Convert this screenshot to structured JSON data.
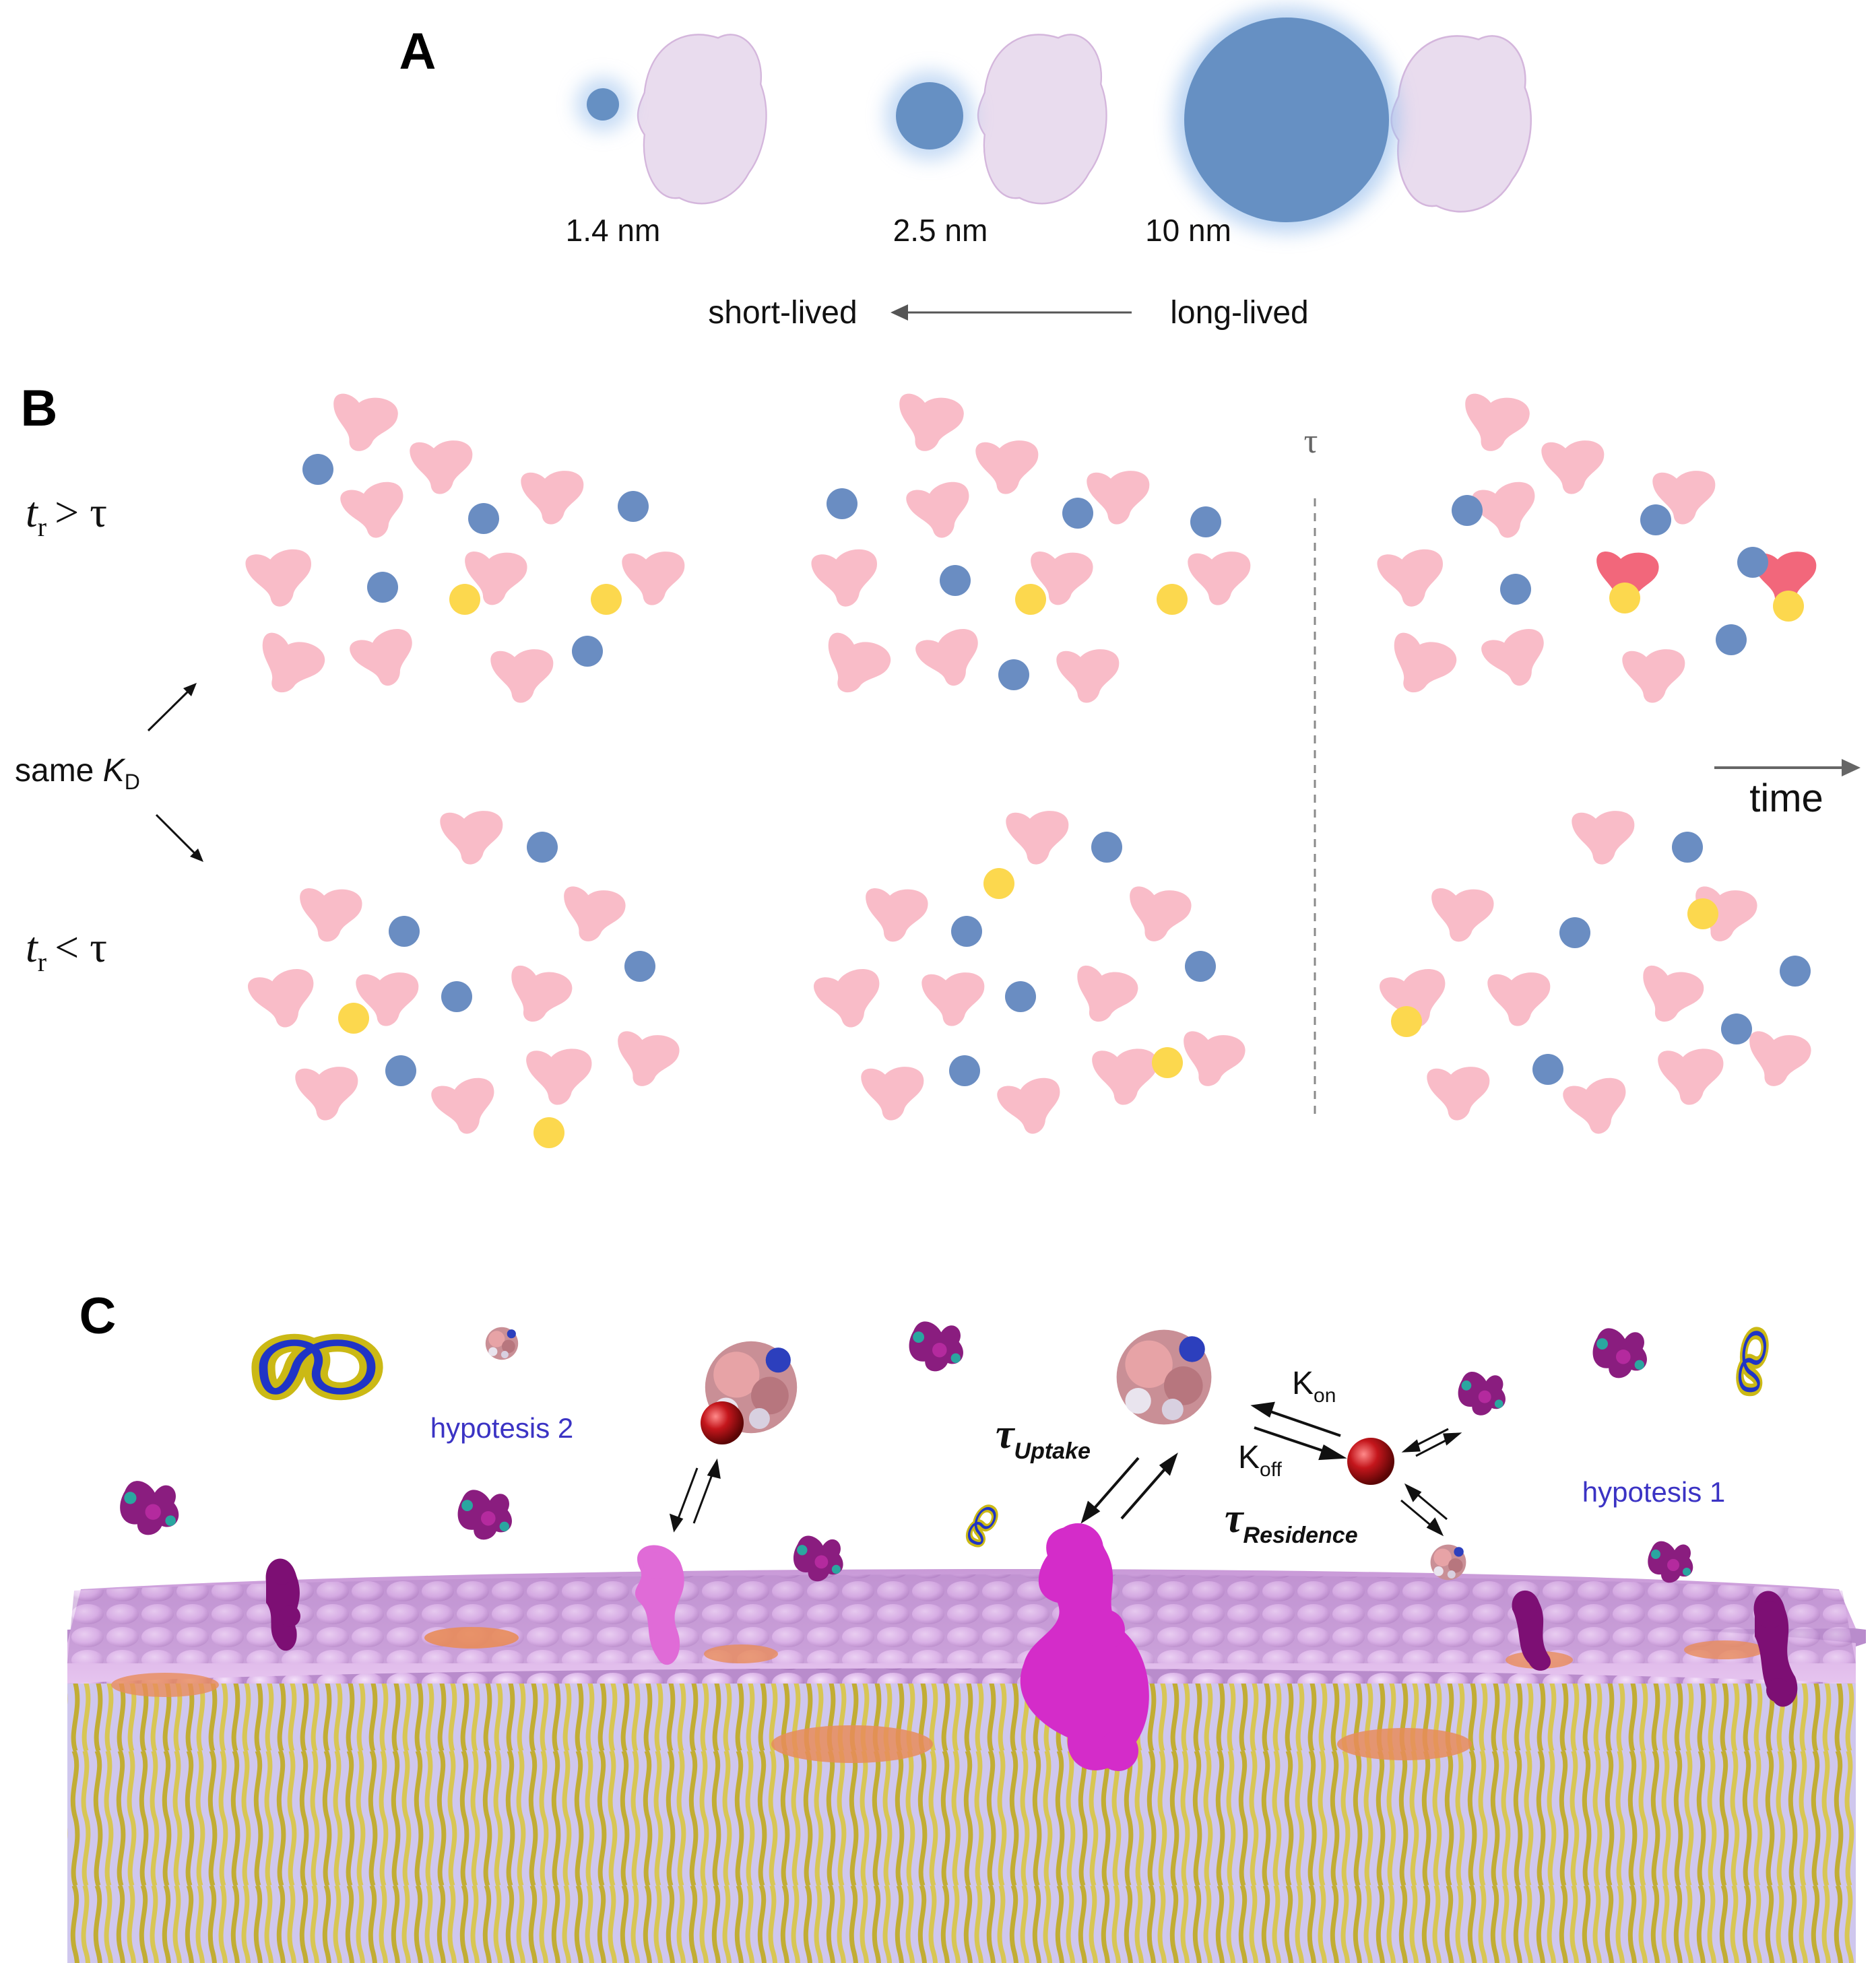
{
  "panel_a": {
    "letter": "A",
    "sizes": [
      "1.4 nm",
      "2.5 nm",
      "10 nm"
    ],
    "short_lived": "short-lived",
    "long_lived": "long-lived"
  },
  "panel_b": {
    "letter": "B",
    "row_top": {
      "t": "t",
      "sub": "r",
      "rel": "> τ"
    },
    "row_bottom": {
      "t": "t",
      "sub": "r",
      "rel": "< τ"
    },
    "same_kd": {
      "prefix": "same ",
      "k": "K",
      "sub": "D"
    },
    "tau": "τ",
    "time": "time"
  },
  "panel_c": {
    "letter": "C",
    "hypothesis_2": "hypotesis 2",
    "hypothesis_1": "hypotesis 1",
    "k_on": {
      "k": "K",
      "sub": "on"
    },
    "k_off": {
      "k": "K",
      "sub": "off"
    },
    "tau_uptake": {
      "tau": "τ",
      "sub": "Uptake"
    },
    "tau_residence": {
      "tau": "τ",
      "sub": "Residence"
    }
  },
  "colors": {
    "protein_pink": "#f9bcc8",
    "protein_bound_red": "#f2677b",
    "ligand_blue": "#6a8dc2",
    "ligand_yellow": "#fcd84e",
    "nanoparticle_blue": "#6690c3",
    "protein_lavender": "#e9dcee",
    "membrane_lilac": "#d4a8e6",
    "lipid_tail_yellow": "#c9b743",
    "receptor_magenta": "#d42cc9",
    "hypothesis_text": "#3b33c4"
  }
}
